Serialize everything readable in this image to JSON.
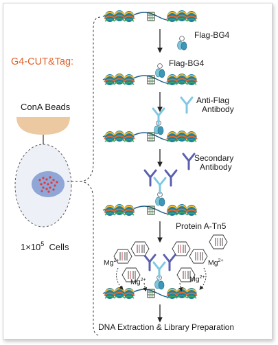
{
  "title": "G4-CUT&Tag:",
  "beads_label": "ConA Beads",
  "cells_count_prefix": "1×10",
  "cells_count_exp": "5",
  "cells_count_suffix": "Cells",
  "steps": {
    "flag_bg4_free": "Flag-BG4",
    "flag_bg4_bound": "Flag-BG4",
    "anti_flag_l1": "Anti-Flag",
    "anti_flag_l2": "Antibody",
    "secondary_l1": "Secondary",
    "secondary_l2": "Antibody",
    "protein_a_tn5": "Protein A-Tn5"
  },
  "ions": {
    "base": "Mg",
    "charge": "2+"
  },
  "final_step": "DNA Extraction & Library Preparation",
  "colors": {
    "title": "#e0622a",
    "bead": "#ecc9a0",
    "nucleus": "#8fa6d6",
    "dots": "#e03a3a",
    "nucleosome": "#1f7fa0",
    "flag_tag": "#ffffff",
    "bg4": "#5da9c8",
    "anti_flag": "#7ec8e3",
    "secondary": "#5a5fb0"
  }
}
